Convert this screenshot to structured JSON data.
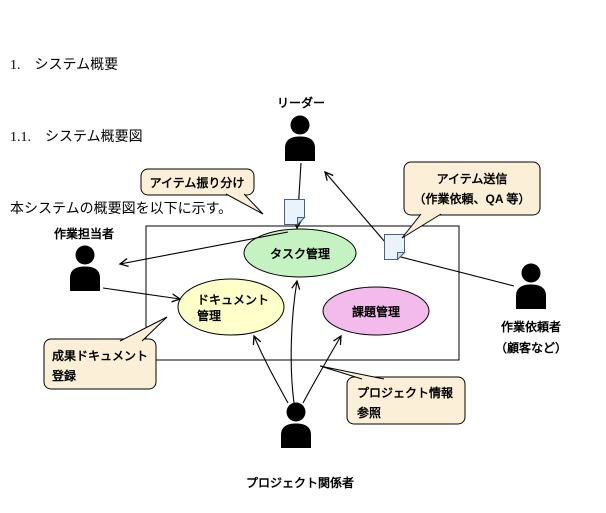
{
  "header": {
    "line1": "1.　システム概要",
    "line2": "1.1.　システム概要図",
    "line3": "本システムの概要図を以下に示す。"
  },
  "actors": {
    "leader": {
      "label": "リーダー"
    },
    "worker": {
      "label": "作業担当者"
    },
    "requester": {
      "label": "作業依頼者",
      "sublabel": "（顧客など）"
    },
    "stakeholder": {
      "label": "プロジェクト関係者"
    }
  },
  "usecases": {
    "task": {
      "label": "タスク管理",
      "fill": "#C5F2C1"
    },
    "document": {
      "line1": "ドキュメント",
      "line2": "管理",
      "fill": "#FFFFC9"
    },
    "issue": {
      "label": "課題管理",
      "fill": "#F3BBEC"
    }
  },
  "callouts": {
    "item_dispatch": {
      "line1": "アイテム振り分け"
    },
    "item_send": {
      "line1": "アイテム送信",
      "line2": "（作業依頼、QA 等）"
    },
    "deliverable_register": {
      "line1": "成果ドキュメント",
      "line2": "登録"
    },
    "project_info": {
      "line1": "プロジェクト情報",
      "line2": "参照"
    }
  },
  "colors": {
    "callout_fill": "#FCEFD8",
    "note_fill": "#EAF3FB",
    "note_fold": "#C9DEF0",
    "actor_fill": "#000000",
    "line_color": "#000000"
  }
}
